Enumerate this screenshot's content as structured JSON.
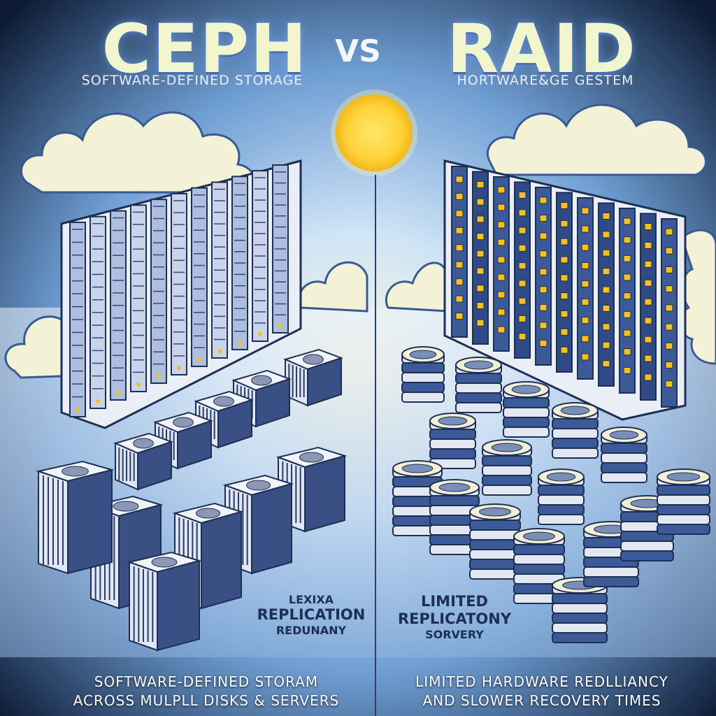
{
  "header": {
    "left_title": "CEPH",
    "vs_label": "VS",
    "right_title": "RAID",
    "left_subtitle": "SOFTWARE-DEFINED STORAGE",
    "right_subtitle": "HORTWARE&GE GESTEM"
  },
  "left_panel": {
    "mid_line_1": "LEXIXA",
    "mid_line_2": "REPLICATION",
    "mid_line_3": "REDUNANY",
    "bottom_line_1": "SOFTWARE-DEFINED     STORAM",
    "bottom_line_2": "ACROSS MULPLL DISKS & SERVERS"
  },
  "right_panel": {
    "mid_line_1": "LIMITED",
    "mid_line_2": "REPLICATONY",
    "mid_line_3": "SORVERY",
    "bottom_line_1": "LIMITED HARDWARE REDLLIANCY",
    "bottom_line_2": "AND SLOWER RECOVERY TIMES"
  },
  "colors": {
    "background_dark": "#0c1a33",
    "background_light": "#cfe4f6",
    "sun": "#ffd23a",
    "cloud": "#f3f2d6",
    "server_body": "#e9eef7",
    "server_dark": "#2b3b63",
    "raid_led": "#f4c21a",
    "title_text": "#f2f6cf"
  },
  "icons": [
    "cloud-icon",
    "sun-icon",
    "server-rack-icon",
    "server-tower-icon",
    "disk-stack-icon"
  ]
}
